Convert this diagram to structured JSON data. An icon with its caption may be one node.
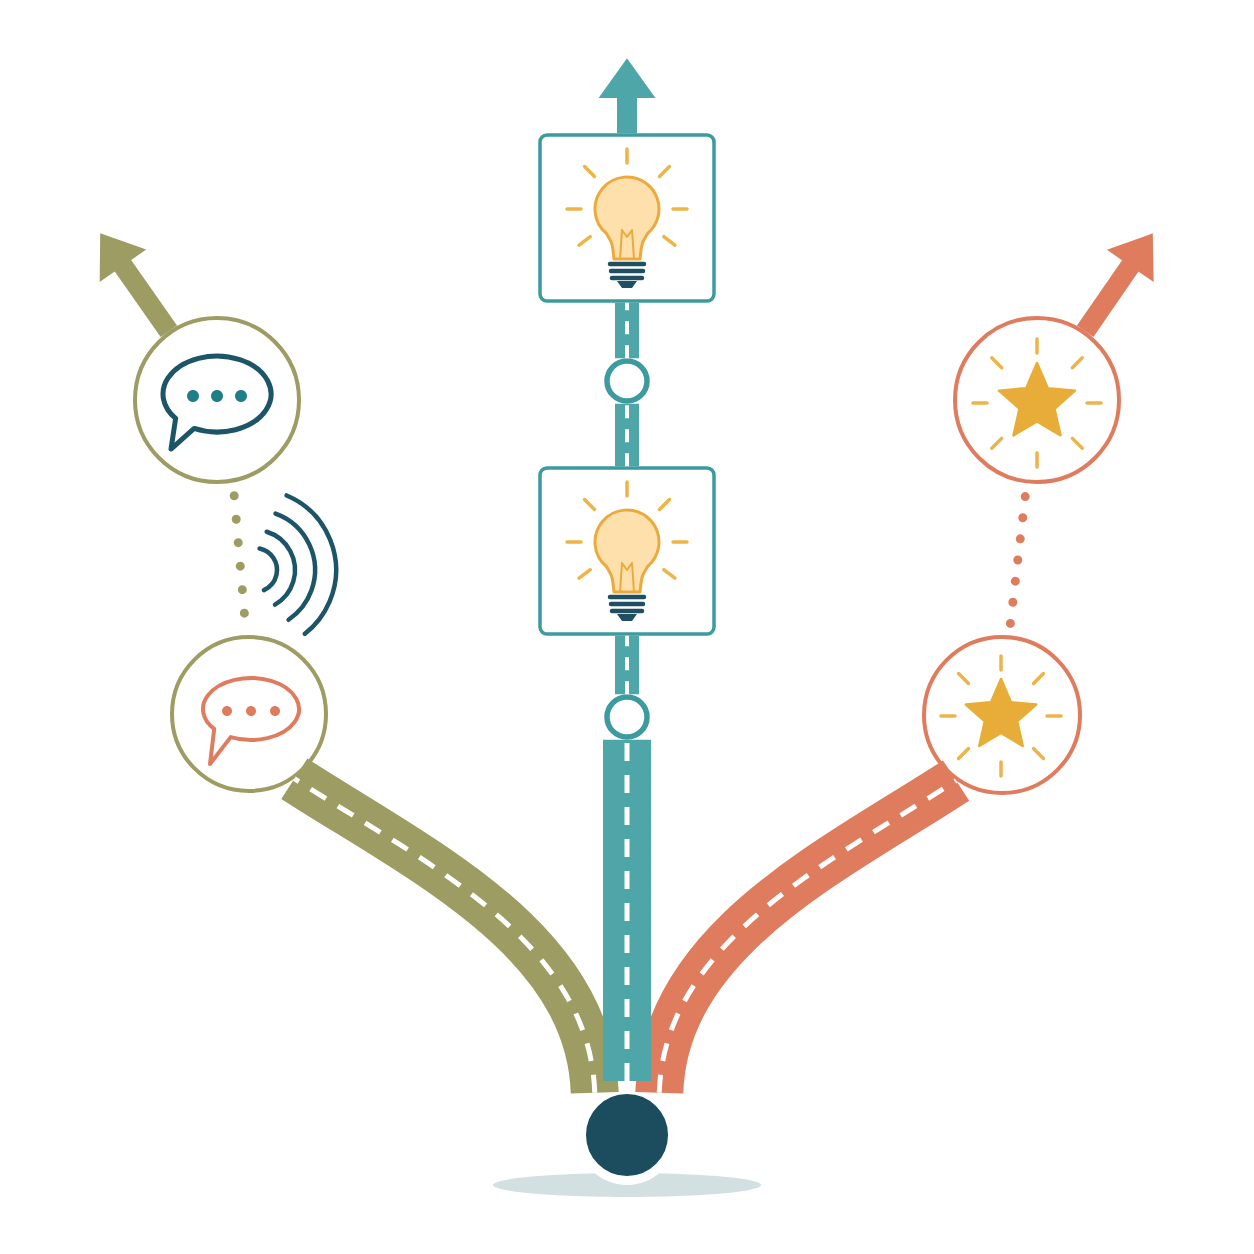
{
  "diagram": {
    "nodes": [
      {
        "text": [],
        "shape": "box"
      },
      {
        "text": [],
        "shape": "circle"
      },
      {
        "text": [],
        "shape": "circle"
      },
      {
        "text": [],
        "shape": "circle"
      },
      {
        "text": [],
        "shape": "box"
      },
      {
        "text": [],
        "shape": "circle"
      },
      {
        "text": [],
        "shape": "circle"
      },
      {
        "text": [],
        "shape": "circle"
      },
      {
        "text": [],
        "shape": "circle"
      }
    ],
    "edges": [
      {
        "from": 8,
        "to": 5,
        "arrow": "none",
        "style": "thick",
        "color": "#9d9c62"
      },
      {
        "from": 5,
        "to": 1,
        "arrow": "none",
        "style": "dashed",
        "color": "#9d9c62"
      },
      {
        "from": 1,
        "to": null,
        "arrow": "to",
        "color": "#9d9c62"
      },
      {
        "from": 8,
        "to": 7,
        "arrow": "none",
        "style": "thick",
        "color": "#e07c5e"
      },
      {
        "from": 7,
        "to": 3,
        "arrow": "none",
        "style": "dashed",
        "color": "#e07c5e"
      },
      {
        "from": 3,
        "to": null,
        "arrow": "to",
        "color": "#e07c5e"
      },
      {
        "from": 8,
        "to": 6,
        "arrow": "none",
        "style": "thick"
      },
      {
        "from": 6,
        "to": 4,
        "arrow": "none"
      },
      {
        "from": 4,
        "to": 2,
        "arrow": "none"
      },
      {
        "from": 2,
        "to": 0,
        "arrow": "none"
      },
      {
        "from": 0,
        "to": null,
        "arrow": "to"
      }
    ]
  }
}
